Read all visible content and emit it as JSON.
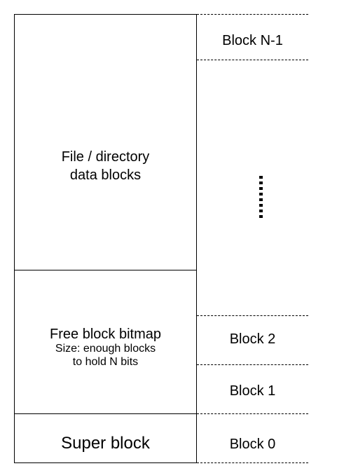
{
  "diagram": {
    "left_boxes": {
      "data_blocks": {
        "line1": "File / directory",
        "line2": "data blocks"
      },
      "free_bitmap": {
        "title": "Free block bitmap",
        "sub_line1": "Size: enough blocks",
        "sub_line2": "to hold N bits"
      },
      "super_block": {
        "label": "Super block"
      }
    },
    "right_column": {
      "block_n1": "Block N-1",
      "block_2": "Block 2",
      "block_1": "Block 1",
      "block_0": "Block 0"
    },
    "colors": {
      "stroke": "#000000",
      "background": "#ffffff"
    }
  }
}
